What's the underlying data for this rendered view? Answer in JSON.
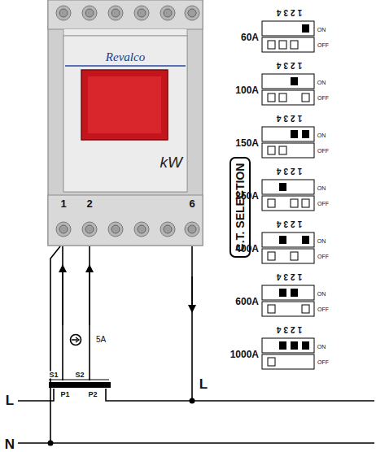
{
  "diagram": {
    "nodes": [
      {
        "text": [
          "Revalco",
          "kW"
        ]
      },
      {
        "text": [
          "C.T. SELECTION"
        ]
      }
    ],
    "labels": [
      "1",
      "2",
      "6",
      "5A",
      "S1",
      "S2",
      "P1",
      "P2",
      "L",
      "L",
      "N",
      "60A",
      "1234",
      "ON",
      "OFF",
      "100A",
      "1234",
      "ON",
      "OFF",
      "150A",
      "1234",
      "ON",
      "OFF",
      "250A",
      "1234",
      "ON",
      "OFF",
      "400A",
      "1234",
      "ON",
      "OFF",
      "600A",
      "1234",
      "ON",
      "OFF",
      "1000A",
      "1234",
      "ON",
      "OFF"
    ]
  }
}
